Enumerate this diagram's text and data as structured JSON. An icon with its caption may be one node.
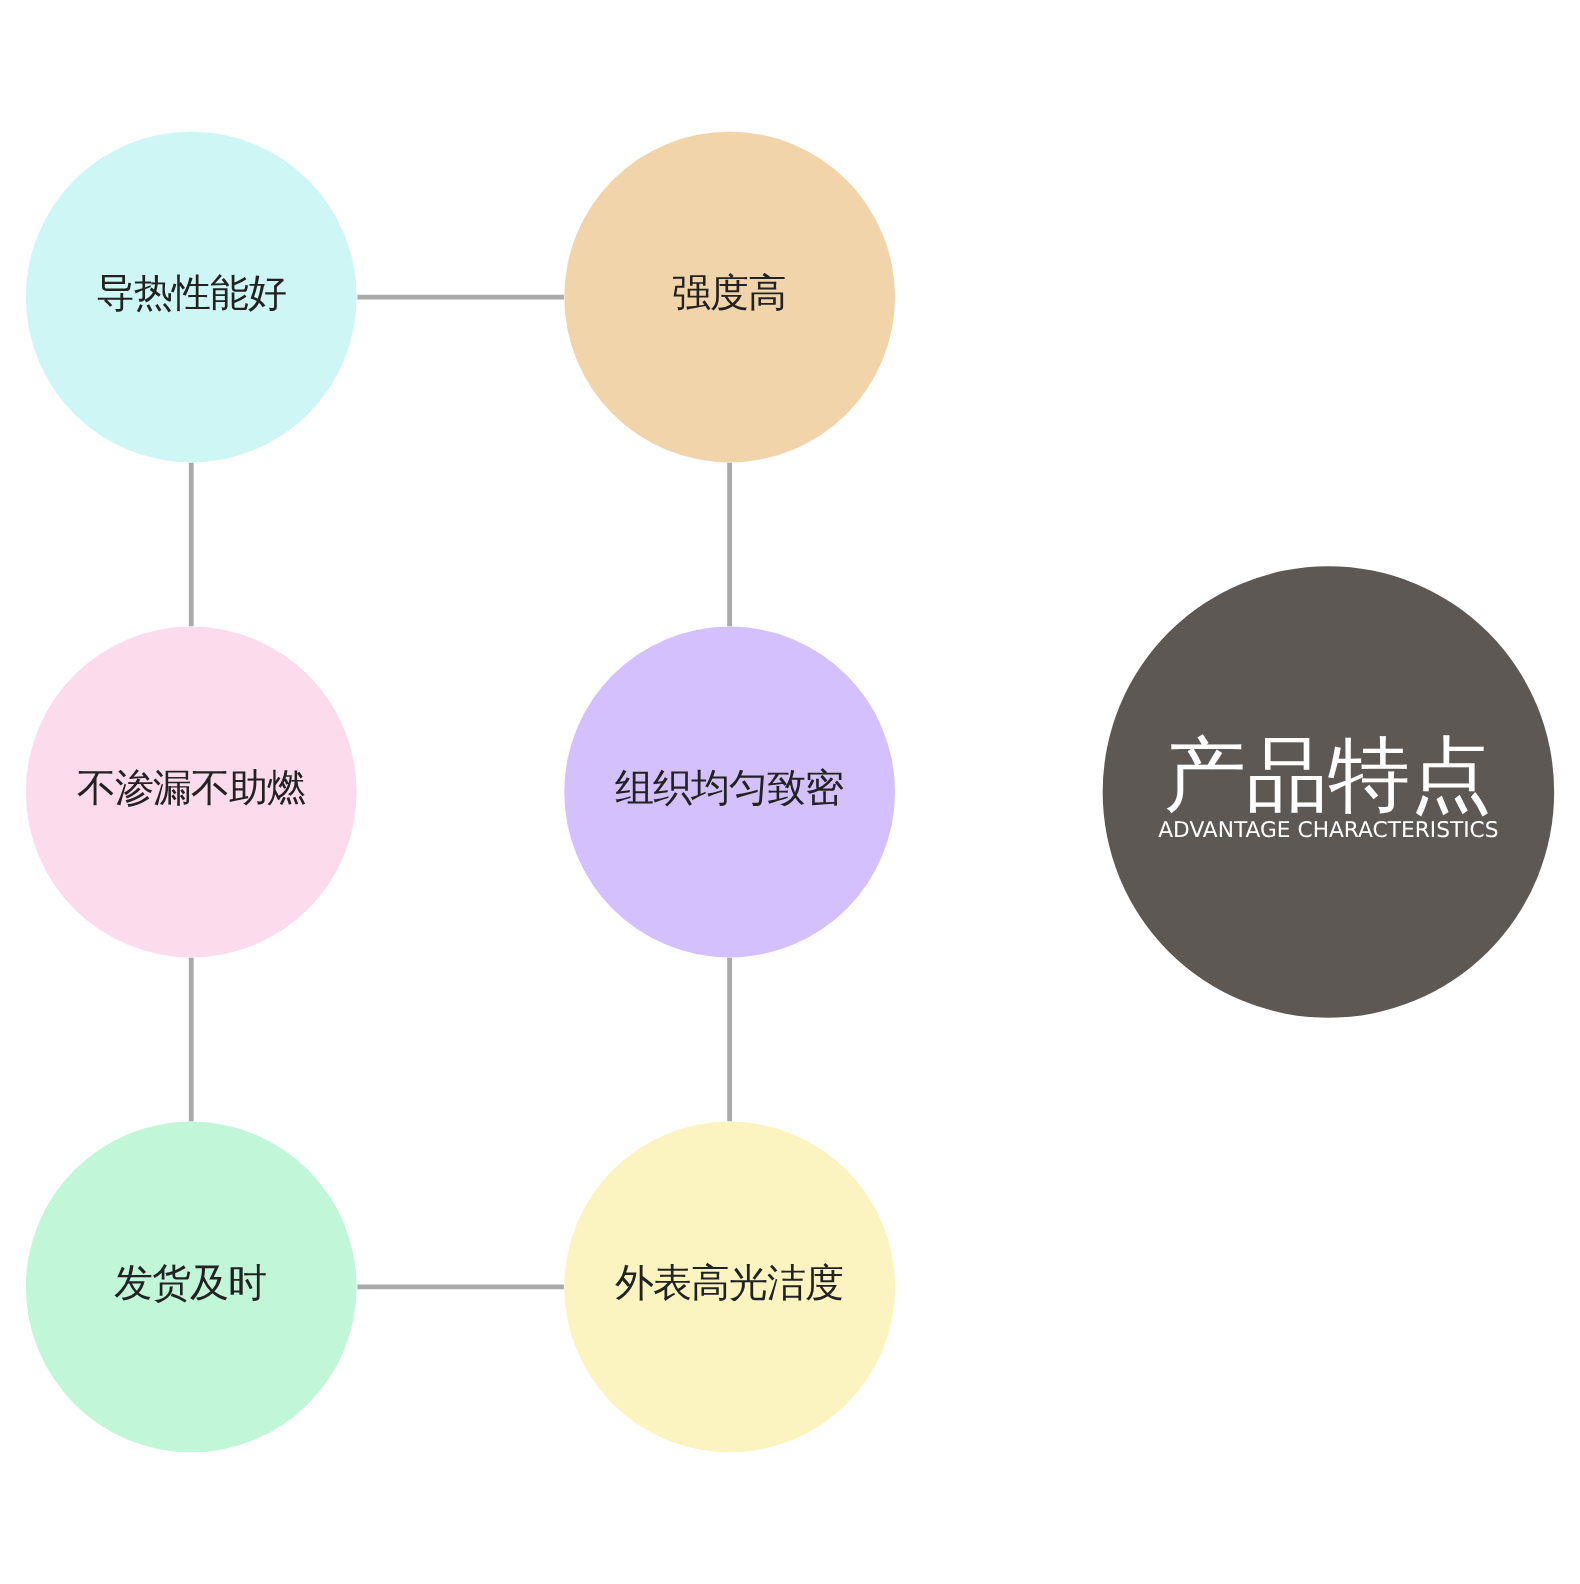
{
  "diagram": {
    "nodes": [
      {
        "text": [
          "导热性能好"
        ]
      },
      {
        "text": [
          "强度高"
        ]
      },
      {
        "text": [
          "不渗漏不助燃"
        ]
      },
      {
        "text": [
          "产品特点",
          "ADVANTAGE CHARACTERISTICS"
        ]
      },
      {
        "text": [
          "组织均匀致密"
        ]
      },
      {
        "text": [
          "发货及时"
        ]
      },
      {
        "text": [
          "外表高光洁度"
        ]
      }
    ],
    "edges": [
      {
        "from": 0,
        "to": 1,
        "arrow": "none"
      },
      {
        "from": 0,
        "to": 2,
        "arrow": "none"
      },
      {
        "from": 1,
        "to": 4,
        "arrow": "none"
      },
      {
        "from": 2,
        "to": 5,
        "arrow": "none"
      },
      {
        "from": 4,
        "to": 6,
        "arrow": "none"
      },
      {
        "from": 5,
        "to": 6,
        "arrow": "none"
      }
    ]
  }
}
